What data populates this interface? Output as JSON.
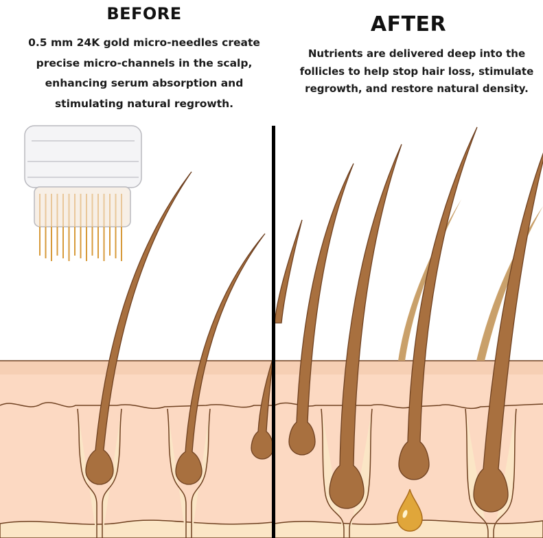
{
  "before": {
    "title": "BEFORE",
    "lines": [
      "0.5 mm 24K gold micro-needles create",
      "precise micro-channels in the scalp,",
      "enhancing serum absorption and",
      "stimulating natural regrowth."
    ]
  },
  "after": {
    "title": "AFTER",
    "lines": [
      "Nutrients are delivered deep into the",
      "follicles to help stop hair loss, stimulate",
      "regrowth, and restore natural density."
    ]
  },
  "colors": {
    "hair": "#a8703f",
    "hair_light": "#c9a06a",
    "outline": "#6e4020",
    "skin_top": "#f6cfb4",
    "skin": "#fcd9c2",
    "skin_lower": "#fbe6c6",
    "needle_gold": "#d79a3a",
    "serum_drop": "#e0a63a",
    "divider": "#000000"
  }
}
